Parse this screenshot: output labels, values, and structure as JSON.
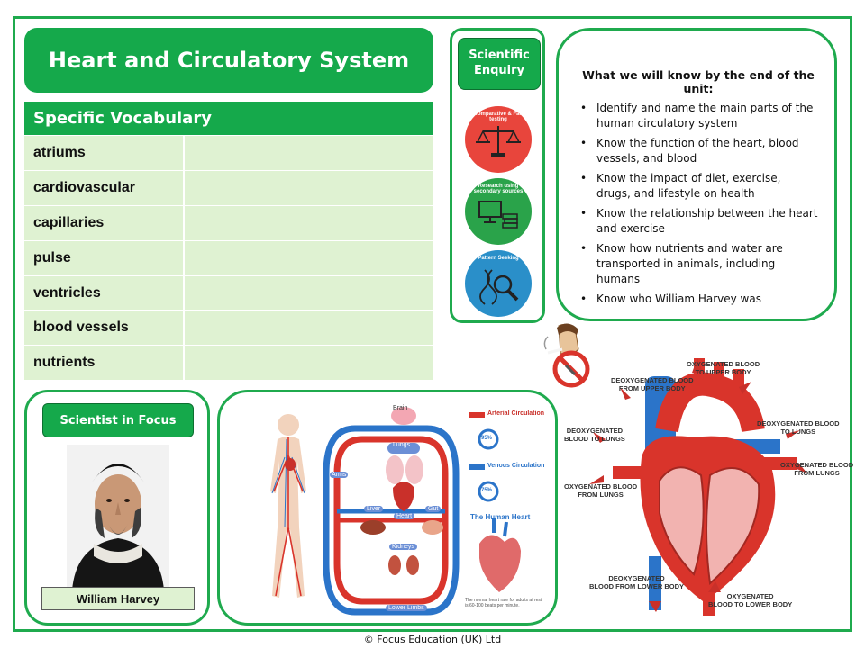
{
  "title": "Heart and Circulatory System",
  "vocabulary": {
    "heading": "Specific Vocabulary",
    "terms": [
      "atriums",
      "cardiovascular",
      "capillaries",
      "pulse",
      "ventricles",
      "blood vessels",
      "nutrients"
    ]
  },
  "enquiry": {
    "label": "Scientific Enquiry",
    "icons": [
      {
        "name": "scales-icon",
        "caption": "Comparative & Fair testing",
        "color": "#e8453c"
      },
      {
        "name": "computer-books-icon",
        "caption": "Research using secondary sources",
        "color": "#2aa34a"
      },
      {
        "name": "magnifier-dna-icon",
        "caption": "Pattern Seeking",
        "color": "#2a8fc9"
      }
    ]
  },
  "knowledge": {
    "heading": "What we will know by the end of the unit:",
    "items": [
      "Identify and name the main parts of the human circulatory system",
      "Know the function of the heart, blood vessels, and blood",
      "Know the impact of diet, exercise, drugs, and lifestyle on health",
      "Know the relationship between the heart and exercise",
      "Know how nutrients and water are transported in animals, including humans",
      "Know who William Harvey was"
    ]
  },
  "scientist": {
    "label": "Scientist in Focus",
    "name": "William Harvey"
  },
  "circulation": {
    "organs": [
      "Brain",
      "Lungs",
      "Heart",
      "Liver",
      "Gut",
      "Kidneys",
      "Lower Limbs",
      "Arms"
    ],
    "legend": {
      "arterial": "Arterial Circulation",
      "venous": "Venous Circulation",
      "arterial_percent": "95%",
      "venous_percent": "75%",
      "heart_title": "The Human Heart",
      "heart_note": "The normal heart rate for adults at rest is 60-100 beats per minute."
    }
  },
  "heart_labels": {
    "top_left": "DEOXYGENATED BLOOD\nFROM UPPER BODY",
    "top_center": "OXYGENATED BLOOD\nTO UPPER BODY",
    "left_upper": "DEOXYGENATED\nBLOOD TO LUNGS",
    "right_upper": "DEOXYGENATED BLOOD\nTO LUNGS",
    "left_lower": "OXYGENATED BLOOD\nFROM LUNGS",
    "right_lower": "OXYGENATED BLOOD\nFROM LUNGS",
    "bottom_left": "DEOXYGENATED\nBLOOD FROM LOWER BODY",
    "bottom_right": "OXYGENATED\nBLOOD TO LOWER BODY"
  },
  "footer": "© Focus Education (UK) Ltd",
  "colors": {
    "brand_green": "#15a94b",
    "light_green": "#dff2d2",
    "artery_red": "#d9342b",
    "vein_blue": "#2b74c9"
  }
}
